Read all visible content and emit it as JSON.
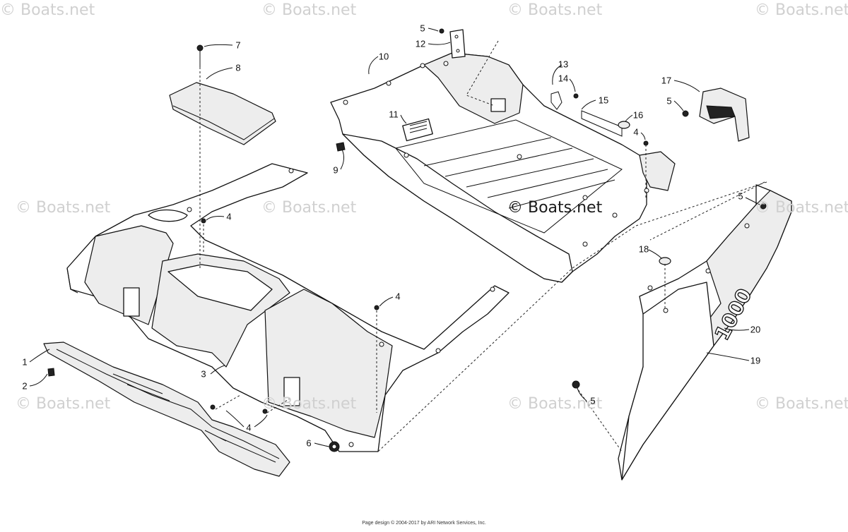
{
  "watermark": {
    "text": "© Boats.net",
    "center_text": "© Boats.net"
  },
  "callouts": [
    {
      "id": "c1",
      "label": "1"
    },
    {
      "id": "c2",
      "label": "2"
    },
    {
      "id": "c3",
      "label": "3"
    },
    {
      "id": "c4a",
      "label": "4"
    },
    {
      "id": "c4b",
      "label": "4"
    },
    {
      "id": "c4c",
      "label": "4"
    },
    {
      "id": "c4d",
      "label": "4"
    },
    {
      "id": "c5a",
      "label": "5"
    },
    {
      "id": "c5b",
      "label": "5"
    },
    {
      "id": "c5c",
      "label": "5"
    },
    {
      "id": "c5d",
      "label": "5"
    },
    {
      "id": "c6",
      "label": "6"
    },
    {
      "id": "c7",
      "label": "7"
    },
    {
      "id": "c8",
      "label": "8"
    },
    {
      "id": "c9",
      "label": "9"
    },
    {
      "id": "c10",
      "label": "10"
    },
    {
      "id": "c11",
      "label": "11"
    },
    {
      "id": "c12",
      "label": "12"
    },
    {
      "id": "c13",
      "label": "13"
    },
    {
      "id": "c14",
      "label": "14"
    },
    {
      "id": "c15",
      "label": "15"
    },
    {
      "id": "c16",
      "label": "16"
    },
    {
      "id": "c17",
      "label": "17"
    },
    {
      "id": "c18",
      "label": "18"
    },
    {
      "id": "c19",
      "label": "19"
    },
    {
      "id": "c20",
      "label": "20"
    }
  ],
  "decal_text": "1000",
  "footer": "Page design © 2004-2017 by ARI Network Services, Inc."
}
